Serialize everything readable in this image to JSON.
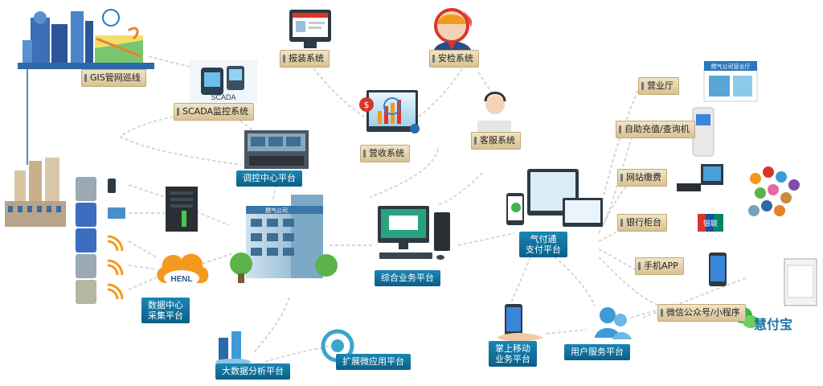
{
  "labels": {
    "gis": "GIS管网巡线",
    "scada": "SCADA监控系统",
    "dispatch": "调控中心平台",
    "install": "报装系统",
    "safety": "安检系统",
    "billing": "营收系统",
    "service": "客服系统",
    "datacenter_line1": "数据中心",
    "datacenter_line2": "采集平台",
    "integrated": "综合业务平台",
    "gaspay_line1": "气付通",
    "gaspay_line2": "支付平台",
    "hall": "营业厅",
    "kiosk": "自助充值/查询机",
    "web": "网站缴费",
    "bank": "银行柜台",
    "app": "手机APP",
    "wechat": "微信公众号/小程序",
    "bigdata": "大数据分析平台",
    "extend": "扩展微应用平台",
    "mobile_line1": "掌上移动",
    "mobile_line2": "业务平台",
    "userservice": "用户服务平台"
  },
  "image_text": {
    "scada_word": "SCADA",
    "hall_sign": "燃气公司营业厅",
    "logo": "HENL",
    "huifubao": "慧付宝",
    "unionpay": "银联",
    "building_sign": "燃气公司"
  },
  "colors": {
    "tan_label": "#e6d4ac",
    "blue_label": "#0f6f9c",
    "connector": "#d6d6d6",
    "accent_orange": "#f39a1e",
    "accent_red": "#d9362b"
  }
}
